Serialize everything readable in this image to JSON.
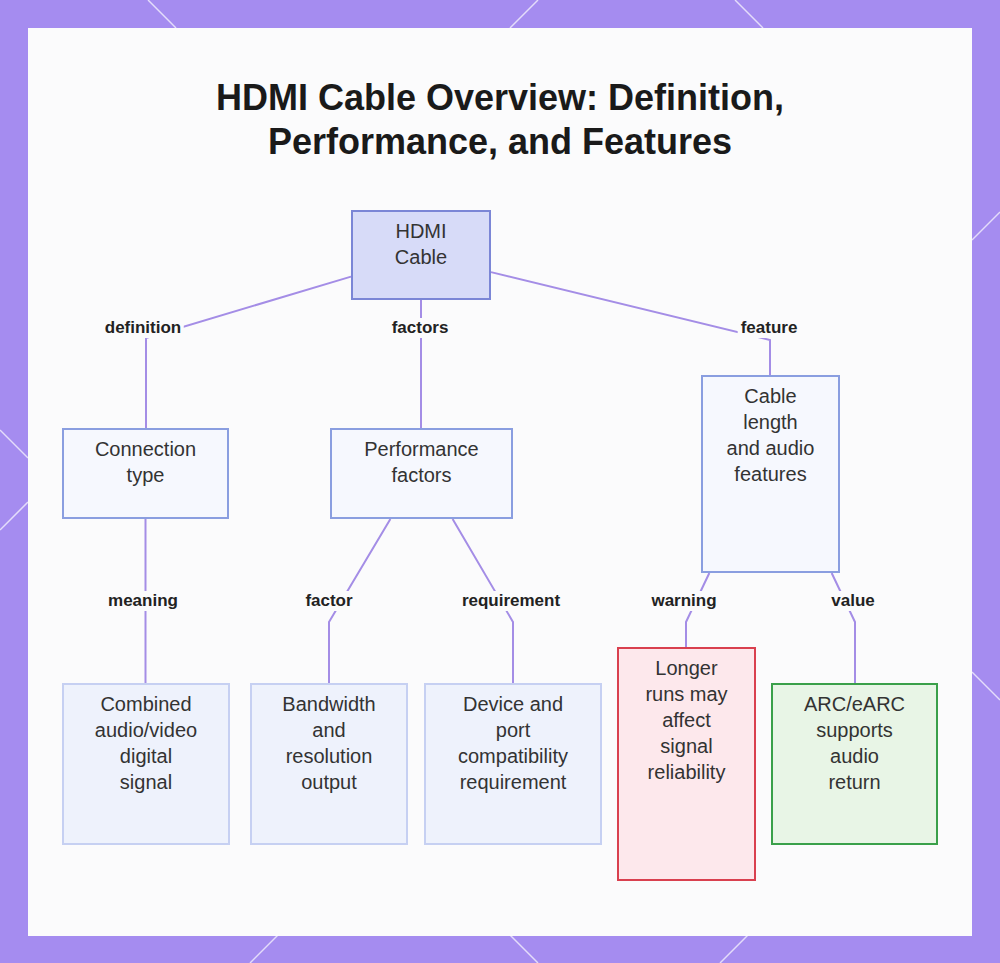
{
  "diagram": {
    "title": "HDMI Cable Overview: Definition, Performance, and Features",
    "nodes": [
      {
        "text": [
          "HDMI Cable"
        ]
      },
      {
        "text": [
          "Connection type"
        ]
      },
      {
        "text": [
          "Performance factors"
        ]
      },
      {
        "text": [
          "Cable length and audio features"
        ]
      },
      {
        "text": [
          "Combined audio/video digital signal"
        ]
      },
      {
        "text": [
          "Bandwidth and resolution output"
        ]
      },
      {
        "text": [
          "Device and port compatibility requirement"
        ]
      },
      {
        "text": [
          "Longer runs may affect signal reliability"
        ]
      },
      {
        "text": [
          "ARC/eARC supports audio return"
        ]
      }
    ],
    "edges": [
      {
        "from": 0,
        "to": 1,
        "label": "definition",
        "arrow": "none"
      },
      {
        "from": 0,
        "to": 2,
        "label": "factors",
        "arrow": "none"
      },
      {
        "from": 0,
        "to": 3,
        "label": "feature",
        "arrow": "none"
      },
      {
        "from": 1,
        "to": 4,
        "label": "meaning",
        "arrow": "none"
      },
      {
        "from": 2,
        "to": 5,
        "label": "factor",
        "arrow": "none"
      },
      {
        "from": 2,
        "to": 6,
        "label": "requirement",
        "arrow": "none"
      },
      {
        "from": 3,
        "to": 7,
        "label": "warning",
        "arrow": "none"
      },
      {
        "from": 3,
        "to": 8,
        "label": "value",
        "arrow": "none"
      }
    ]
  }
}
